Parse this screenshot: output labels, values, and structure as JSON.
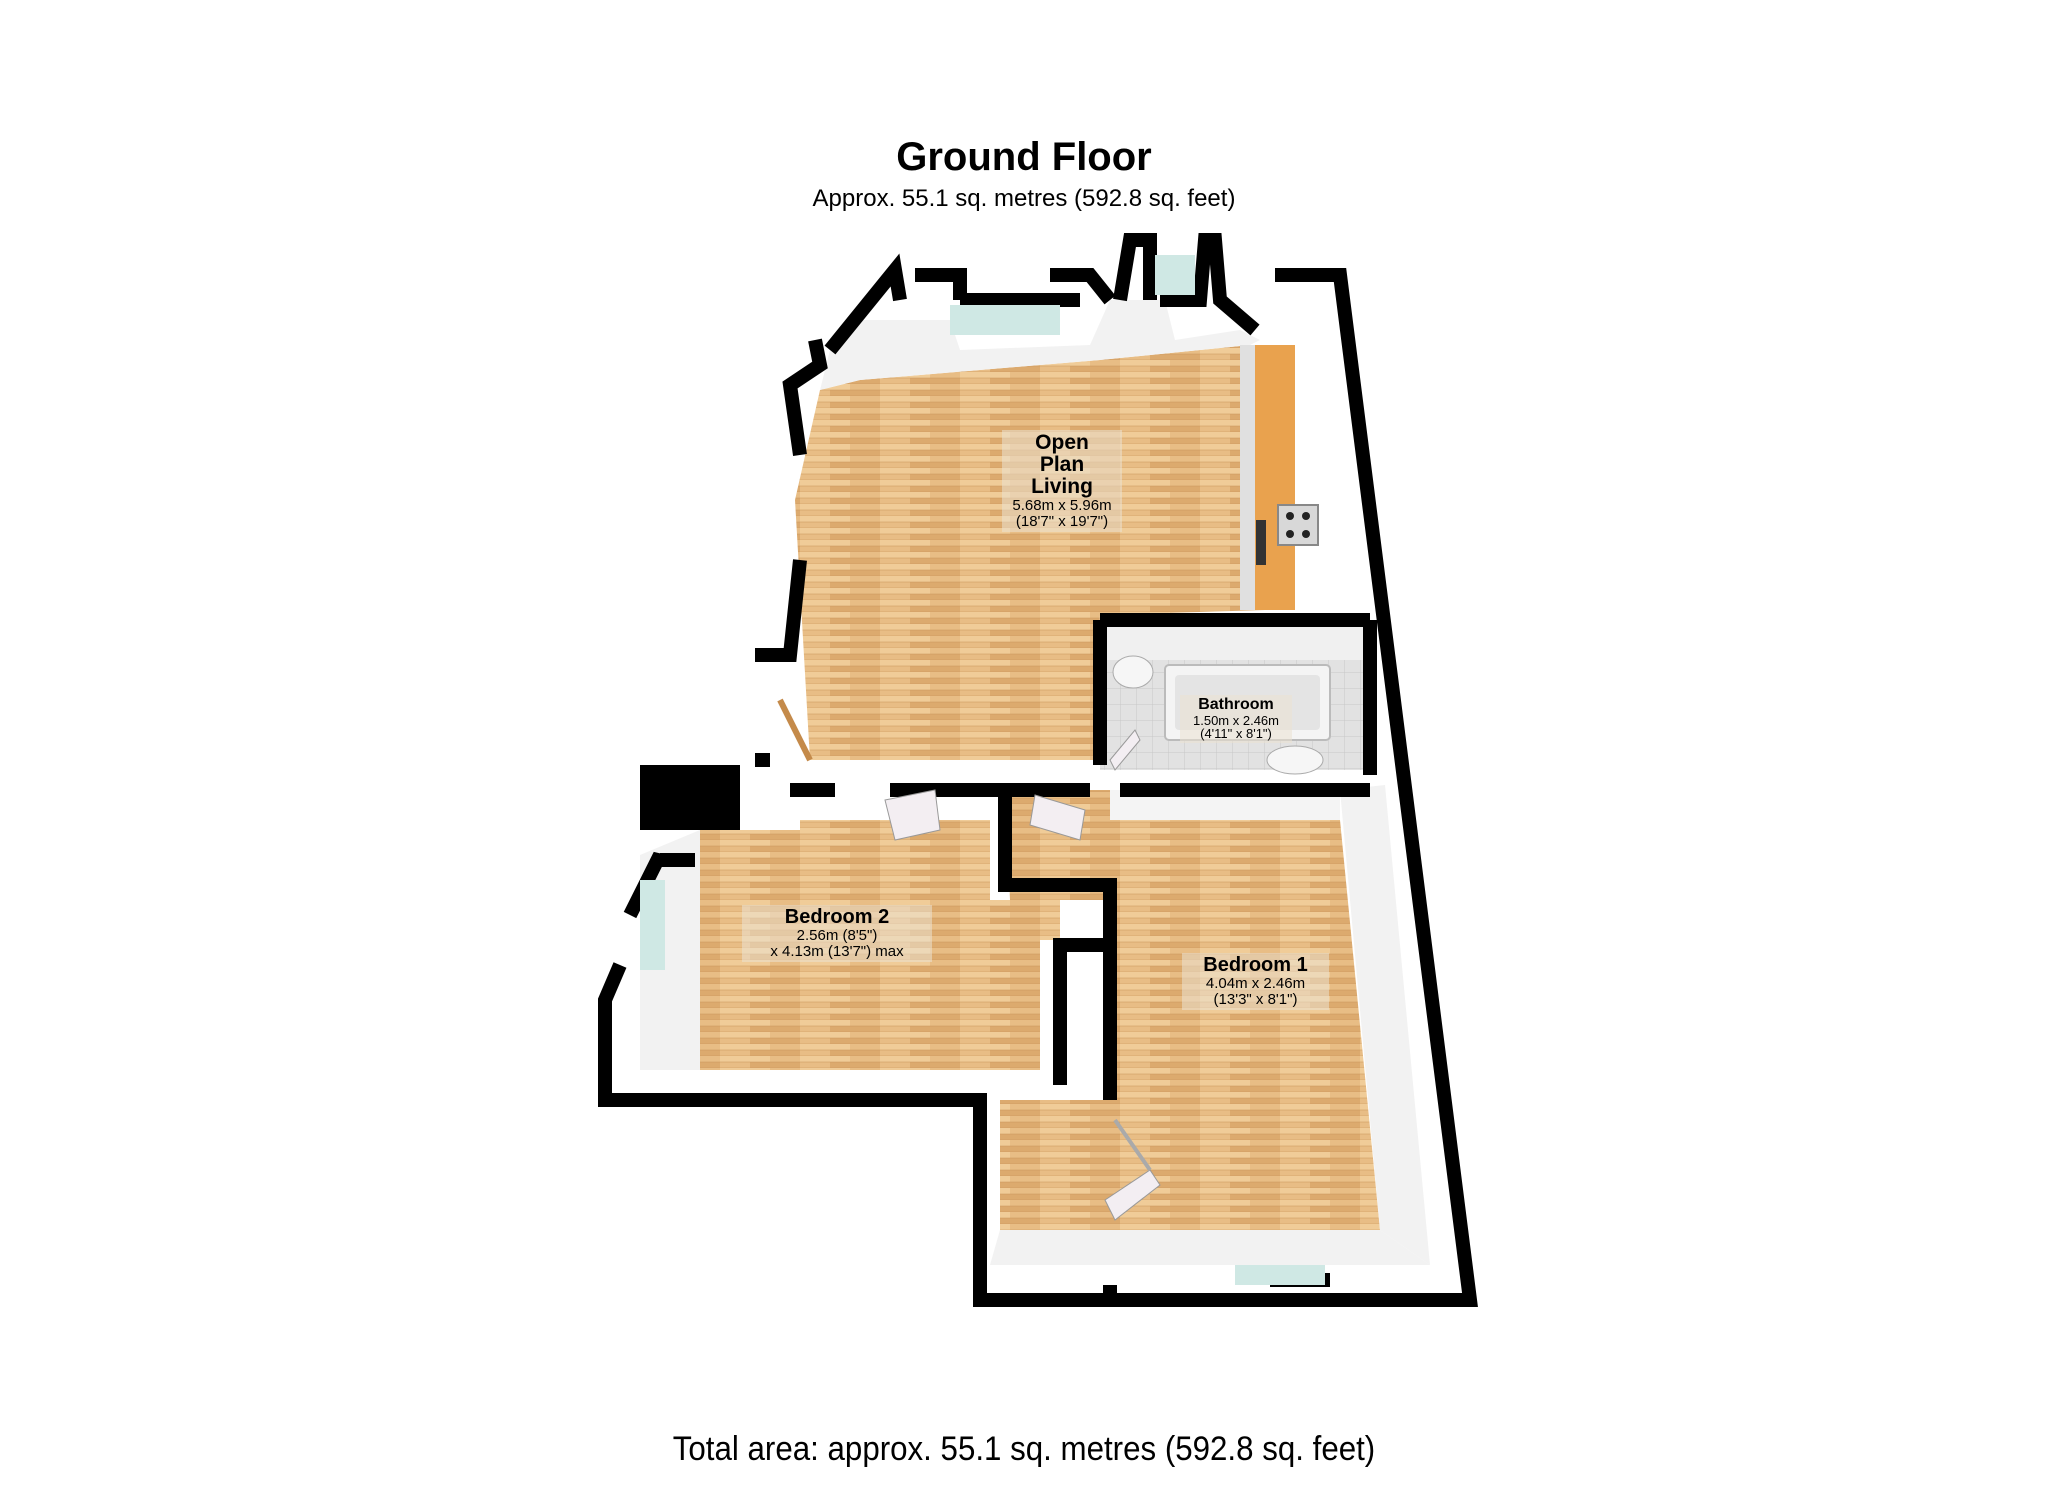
{
  "header": {
    "title": "Ground Floor",
    "subtitle": "Approx. 55.1 sq. metres (592.8 sq. feet)"
  },
  "rooms": [
    {
      "name_lines": [
        "Open",
        "Plan",
        "Living"
      ],
      "dim_metric": "5.68m x 5.96m",
      "dim_imperial": "(18'7\" x 19'7\")"
    },
    {
      "name": "Bathroom",
      "dim_metric": "1.50m x 2.46m",
      "dim_imperial": "(4'11\" x 8'1\")"
    },
    {
      "name": "Bedroom 2",
      "dim_metric": "2.56m (8'5\")",
      "dim_imperial": "x 4.13m (13'7\") max"
    },
    {
      "name": "Bedroom 1",
      "dim_metric": "4.04m x 2.46m",
      "dim_imperial": "(13'3\" x 8'1\")"
    }
  ],
  "footer": {
    "total_area": "Total area: approx. 55.1 sq. metres (592.8 sq. feet)"
  },
  "colors": {
    "wall": "#000000",
    "wall_face": "#f4f4f4",
    "floor_wood": "#e6b87e",
    "kitchen_counter": "#e9a24e",
    "bathroom_tile": "#d9d9d9",
    "window_glass": "#cfe8e4"
  }
}
